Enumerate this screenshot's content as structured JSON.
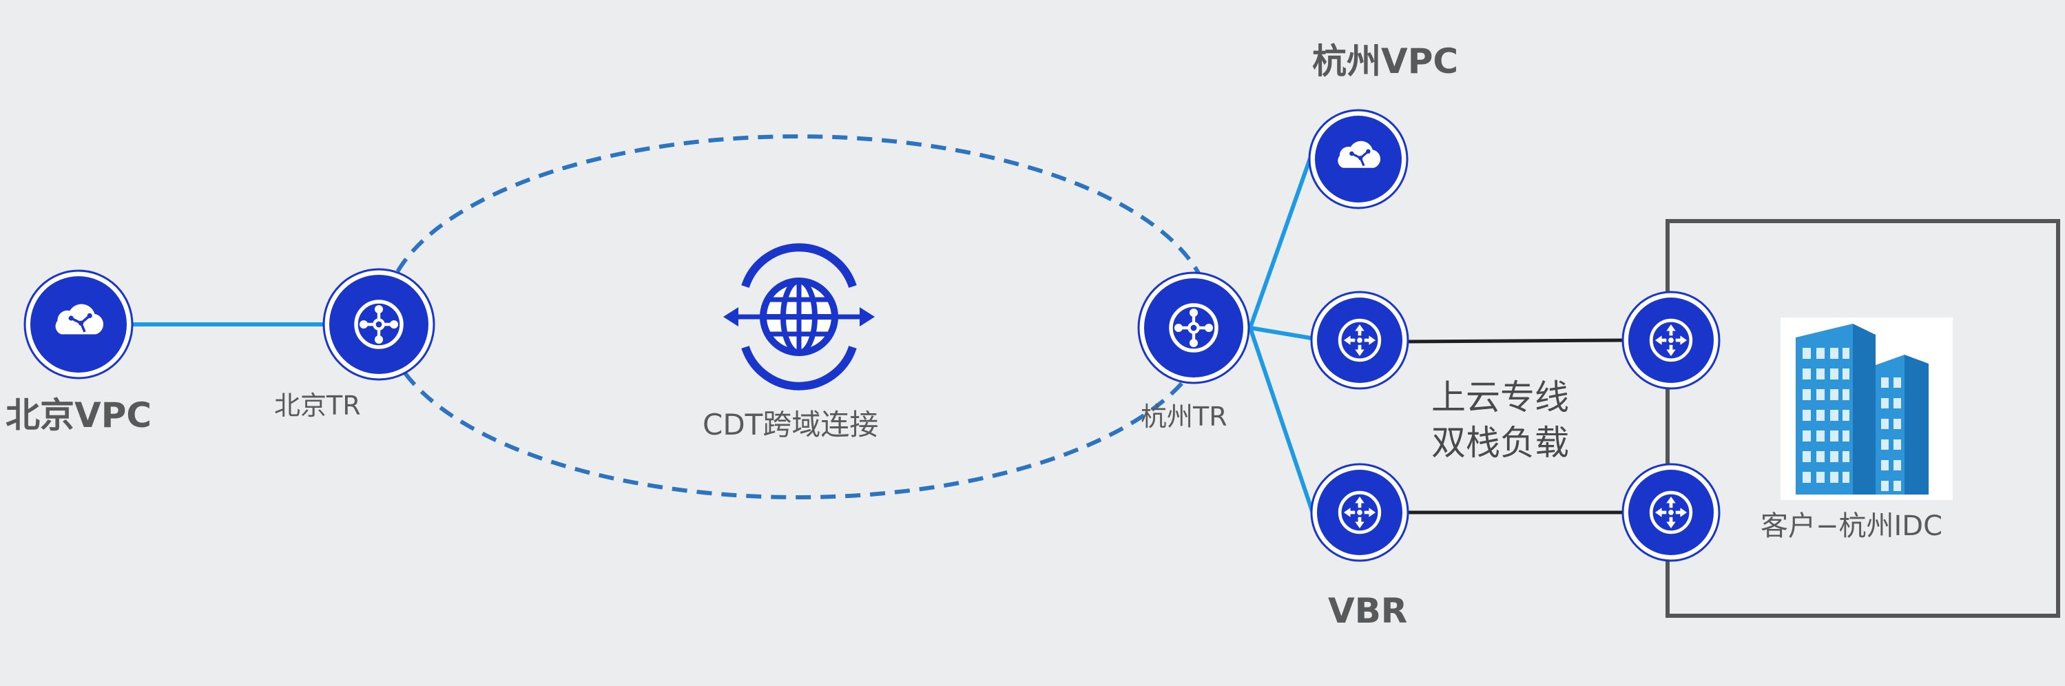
{
  "diagram": {
    "nodes": {
      "beijing_vpc": {
        "label": "北京VPC",
        "icon": "cloud-icon"
      },
      "beijing_tr": {
        "label": "北京TR",
        "icon": "router-icon"
      },
      "cdt": {
        "label": "CDT跨域连接",
        "icon": "globe-icon"
      },
      "hangzhou_tr": {
        "label": "杭州TR",
        "icon": "router-icon"
      },
      "hangzhou_vpc": {
        "label": "杭州VPC",
        "icon": "cloud-icon"
      },
      "vbr": {
        "label": "VBR",
        "icon": "switch-icon"
      },
      "idc": {
        "label": "客户−杭州IDC",
        "icon": "building-icon"
      }
    },
    "link_label": {
      "line1": "上云专线",
      "line2": "双栈负载"
    },
    "colors": {
      "background": "#ecedee",
      "node_blue": "#1a35c9",
      "link_blue": "#1e9ae3",
      "dashed_blue": "#2d74c0",
      "black_line": "#1f1f1f",
      "box_border": "#555555",
      "building_blue": "#2f95d9"
    }
  }
}
